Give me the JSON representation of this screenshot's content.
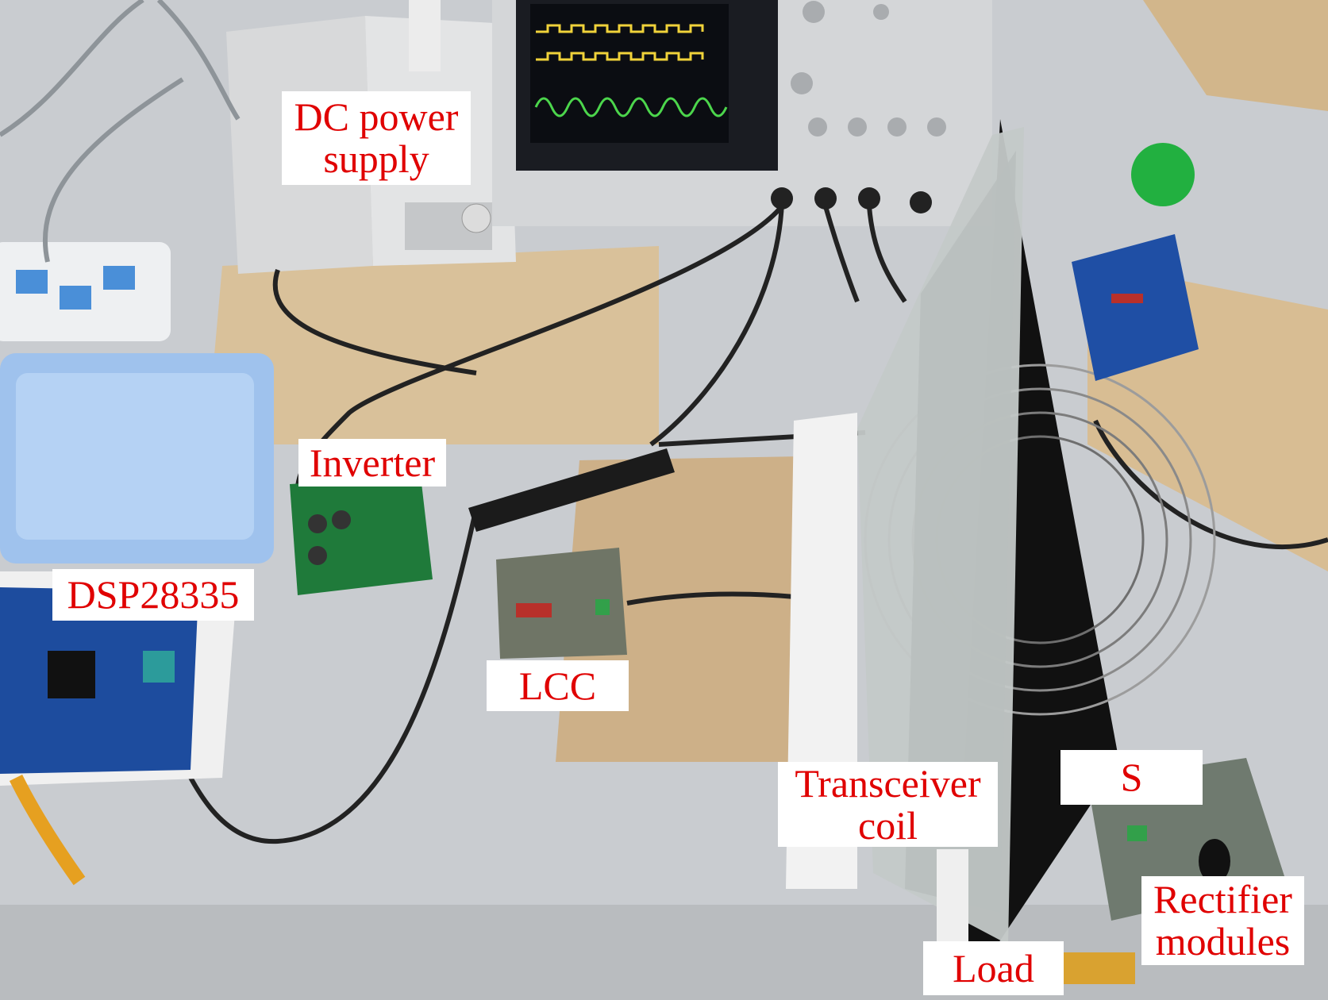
{
  "labels": {
    "dc_power_supply": [
      "DC power",
      "supply"
    ],
    "inverter": "Inverter",
    "dsp": "DSP28335",
    "lcc": "LCC",
    "transceiver_coil": [
      "Transceiver",
      "coil"
    ],
    "switch": "S",
    "rectifier_modules": [
      "Rectifier",
      "modules"
    ],
    "load": "Load"
  },
  "colors": {
    "label_text": "#e00000",
    "label_background": "#ffffff"
  }
}
